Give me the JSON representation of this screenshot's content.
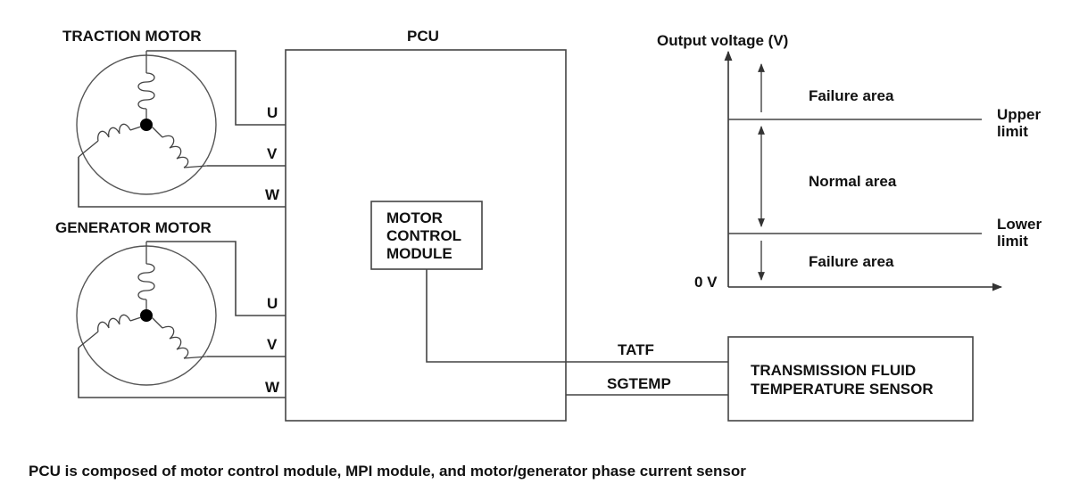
{
  "motors": {
    "traction_title": "TRACTION MOTOR",
    "generator_title": "GENERATOR MOTOR",
    "traction_phases": [
      "U",
      "V",
      "W"
    ],
    "generator_phases": [
      "U",
      "V",
      "W"
    ]
  },
  "pcu": {
    "title": "PCU",
    "module_lines": [
      "MOTOR",
      "CONTROL",
      "MODULE"
    ]
  },
  "signals": {
    "tatf": "TATF",
    "sgtemp": "SGTEMP"
  },
  "sensor": {
    "lines": [
      "TRANSMISSION FLUID",
      "TEMPERATURE SENSOR"
    ]
  },
  "voltage_graph": {
    "y_axis_label": "Output voltage (V)",
    "zero_label": "0 V",
    "upper_limit": [
      "Upper",
      "limit"
    ],
    "lower_limit": [
      "Lower",
      "limit"
    ],
    "failure_upper": "Failure area",
    "normal": "Normal area",
    "failure_lower": "Failure area"
  },
  "caption": "PCU is composed of motor control module, MPI module, and motor/generator phase current sensor"
}
